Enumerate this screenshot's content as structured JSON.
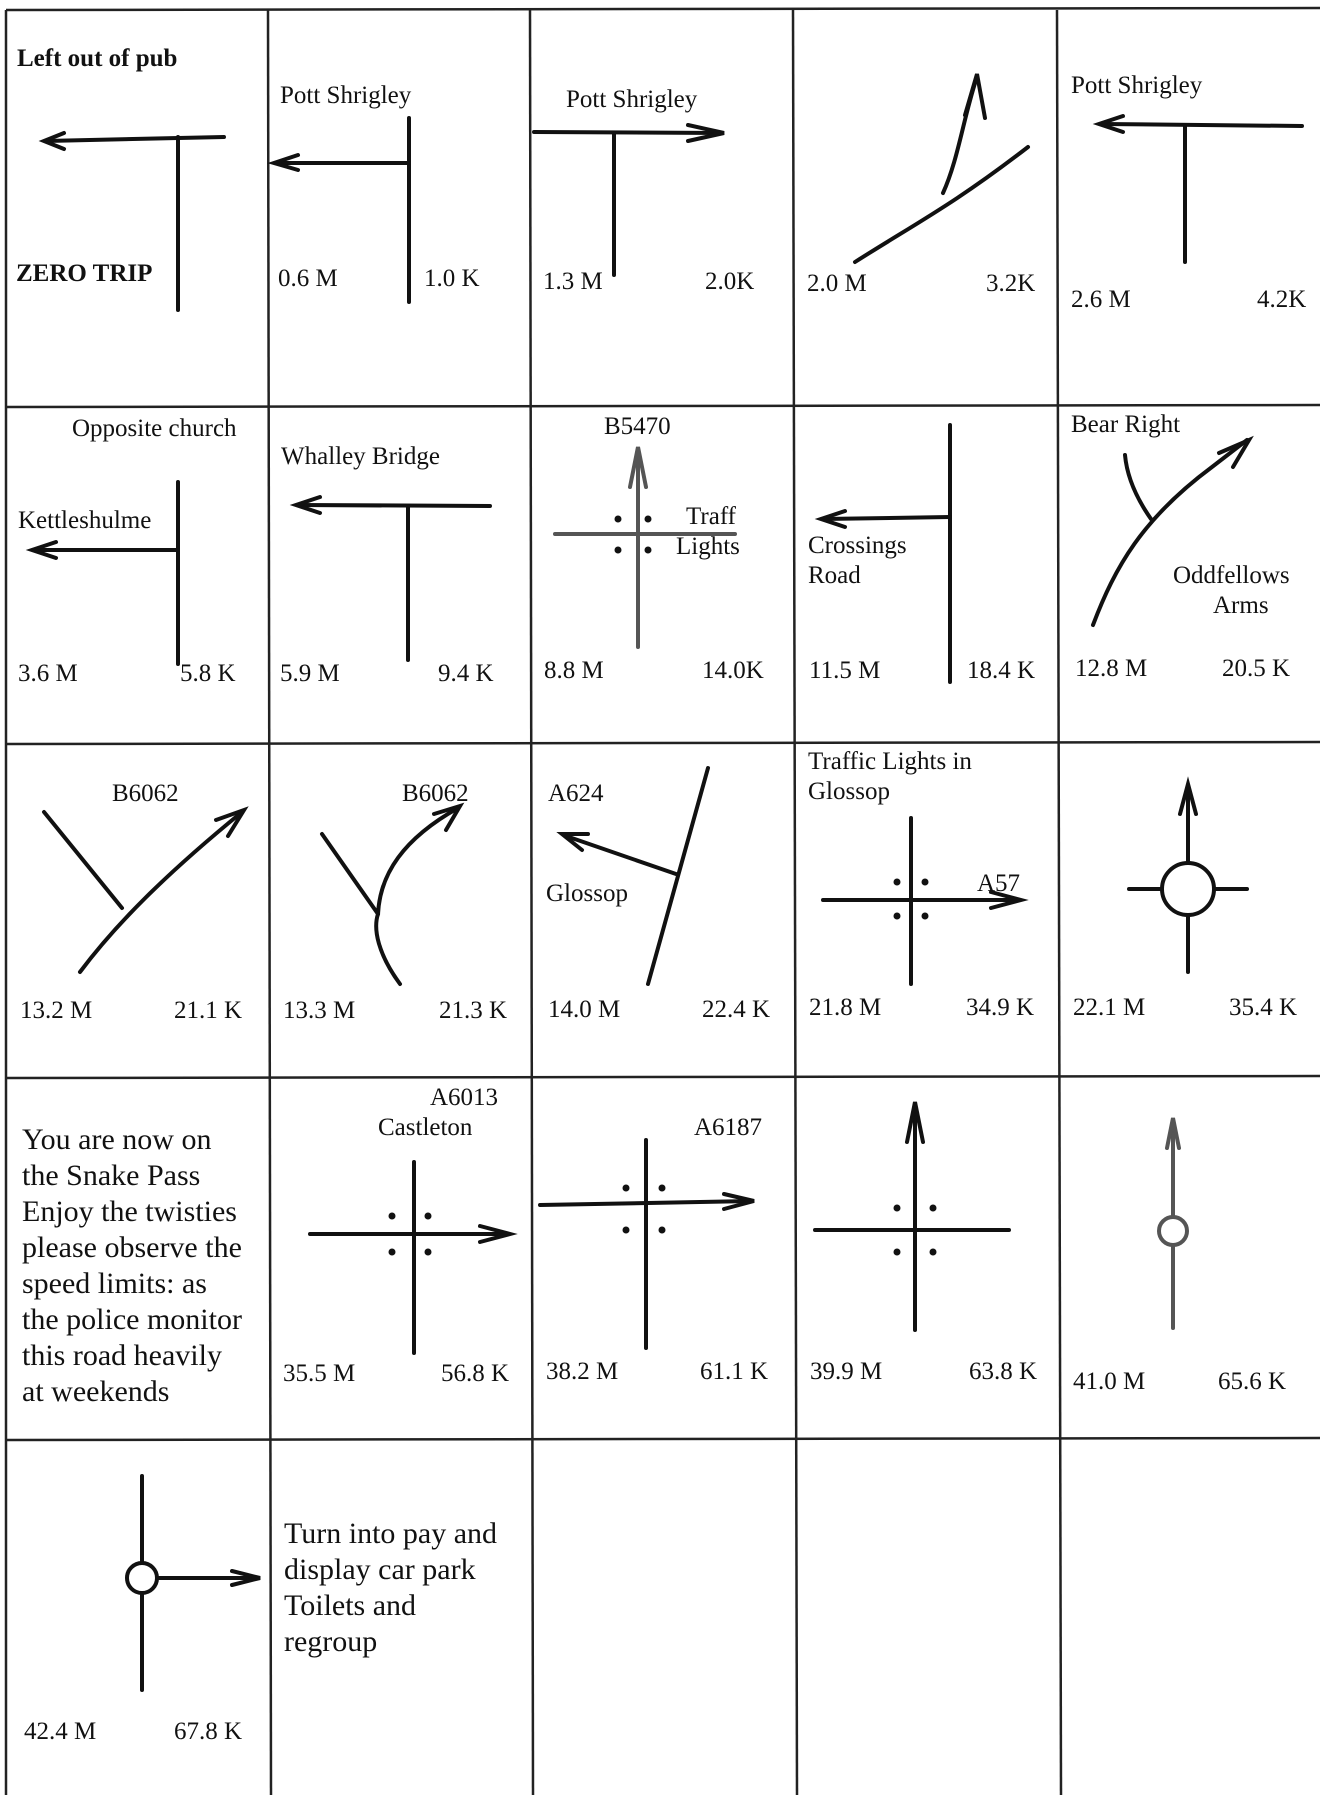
{
  "rows": [
    {
      "cells": [
        {
          "top_label": "Left out of pub",
          "bottom_label": "ZERO TRIP"
        },
        {
          "top_label": "Pott Shrigley",
          "miles": "0.6 M",
          "km": "1.0 K"
        },
        {
          "top_label": "Pott Shrigley",
          "miles": "1.3 M",
          "km": "2.0K"
        },
        {
          "miles": "2.0 M",
          "km": "3.2K"
        },
        {
          "top_label": "Pott Shrigley",
          "miles": "2.6 M",
          "km": "4.2K"
        }
      ]
    },
    {
      "cells": [
        {
          "top_label": "Opposite church",
          "side_label": "Kettleshulme",
          "miles": "3.6 M",
          "km": "5.8 K"
        },
        {
          "top_label": "Whalley Bridge",
          "miles": "5.9 M",
          "km": "9.4 K"
        },
        {
          "top_label": "B5470",
          "side_label_1": "Traff",
          "side_label_2": "Lights",
          "miles": "8.8 M",
          "km": "14.0K"
        },
        {
          "side_label_1": "Crossings",
          "side_label_2": "Road",
          "miles": "11.5 M",
          "km": "18.4 K"
        },
        {
          "top_label": "Bear Right",
          "side_label_1": "Oddfellows",
          "side_label_2": "Arms",
          "miles": "12.8 M",
          "km": "20.5 K"
        }
      ]
    },
    {
      "cells": [
        {
          "top_label": "B6062",
          "miles": "13.2 M",
          "km": "21.1 K"
        },
        {
          "top_label": "B6062",
          "miles": "13.3 M",
          "km": "21.3 K"
        },
        {
          "top_label": "A624",
          "side_label": "Glossop",
          "miles": "14.0 M",
          "km": "22.4 K"
        },
        {
          "top_label_1": "Traffic Lights in",
          "top_label_2": "Glossop",
          "side_label": "A57",
          "miles": "21.8 M",
          "km": "34.9 K"
        },
        {
          "miles": "22.1 M",
          "km": "35.4 K"
        }
      ]
    },
    {
      "cells": [
        {
          "note": [
            "You are now on",
            "the Snake Pass",
            "Enjoy the twisties",
            "please observe the",
            "speed limits: as",
            "the police monitor",
            "this road heavily",
            "at weekends"
          ]
        },
        {
          "top_label_1": "A6013",
          "top_label_2": "Castleton",
          "miles": "35.5 M",
          "km": "56.8 K"
        },
        {
          "top_label": "A6187",
          "miles": "38.2 M",
          "km": "61.1 K"
        },
        {
          "miles": "39.9 M",
          "km": "63.8 K"
        },
        {
          "miles": "41.0 M",
          "km": "65.6 K"
        }
      ]
    },
    {
      "cells": [
        {
          "miles": "42.4 M",
          "km": "67.8 K"
        },
        {
          "note": [
            "Turn into pay and",
            "display car park",
            "Toilets and",
            "regroup"
          ]
        },
        {},
        {},
        {}
      ]
    }
  ]
}
